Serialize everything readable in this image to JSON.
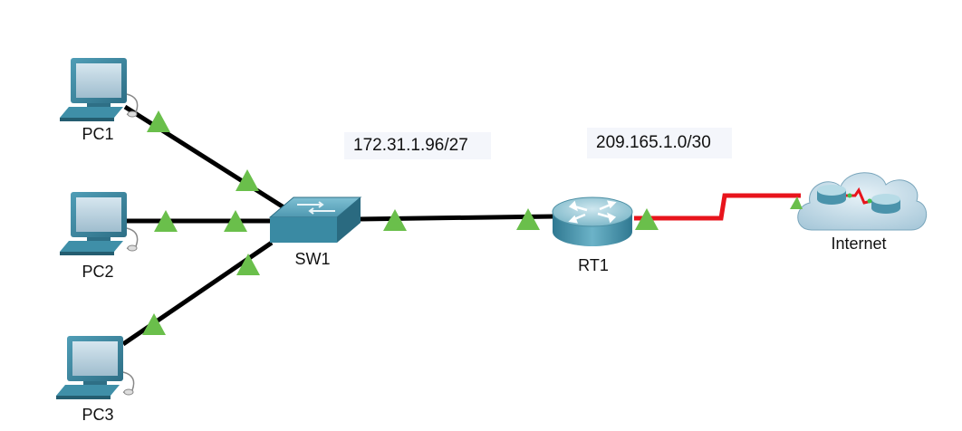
{
  "networks": {
    "lan": "172.31.1.96/27",
    "wan": "209.165.1.0/30"
  },
  "devices": {
    "pc1": "PC1",
    "pc2": "PC2",
    "pc3": "PC3",
    "switch": "SW1",
    "router": "RT1",
    "cloud": "Internet"
  },
  "colors": {
    "link_up": "#6abf4b",
    "serial_link": "#e8141c",
    "ethernet_link": "#000000",
    "device_body": "#3f8fa8",
    "label_background": "#f4f6fb"
  },
  "icons": [
    "pc-icon",
    "switch-icon",
    "router-icon",
    "cloud-icon",
    "link-status-triangle-icon"
  ]
}
